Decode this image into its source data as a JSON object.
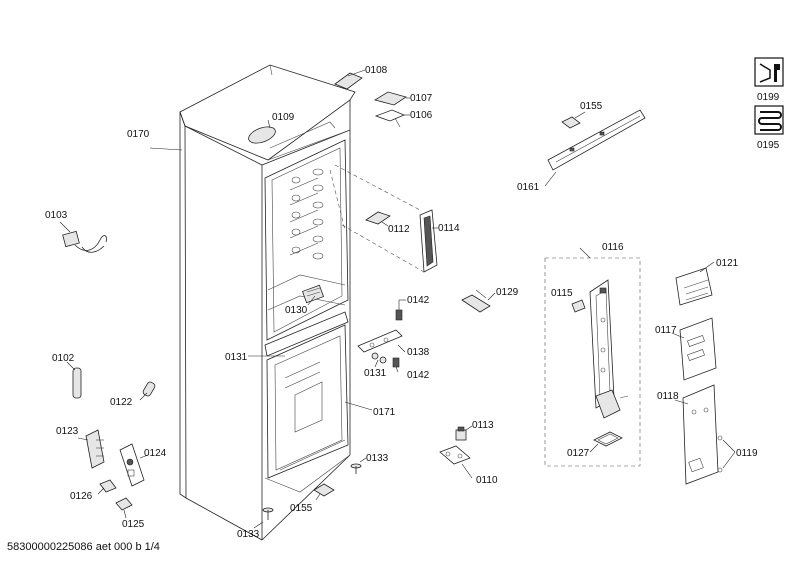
{
  "labels": {
    "p0108": "0108",
    "p0107": "0107",
    "p0106": "0106",
    "p0109": "0109",
    "p0170": "0170",
    "p0103": "0103",
    "p0112": "0112",
    "p0114": "0114",
    "p0130": "0130",
    "p0142a": "0142",
    "p0129": "0129",
    "p0138": "0138",
    "p0131a": "0131",
    "p0131b": "0131",
    "p0142b": "0142",
    "p0102": "0102",
    "p0122": "0122",
    "p0171": "0171",
    "p0123": "0123",
    "p0124": "0124",
    "p0126": "0126",
    "p0125": "0125",
    "p0133a": "0133",
    "p0133b": "0133",
    "p0155a": "0155",
    "p0113": "0113",
    "p0110": "0110",
    "p0155b": "0155",
    "p0161": "0161",
    "p0116": "0116",
    "p0115": "0115",
    "p0127": "0127",
    "p0121": "0121",
    "p0117": "0117",
    "p0118": "0118",
    "p0119": "0119",
    "p0199": "0199",
    "p0195": "0195"
  },
  "footer": "58300000225086 aet 000 b 1/4",
  "icons": [
    "tools-icon",
    "refrigerant-coil-icon"
  ]
}
